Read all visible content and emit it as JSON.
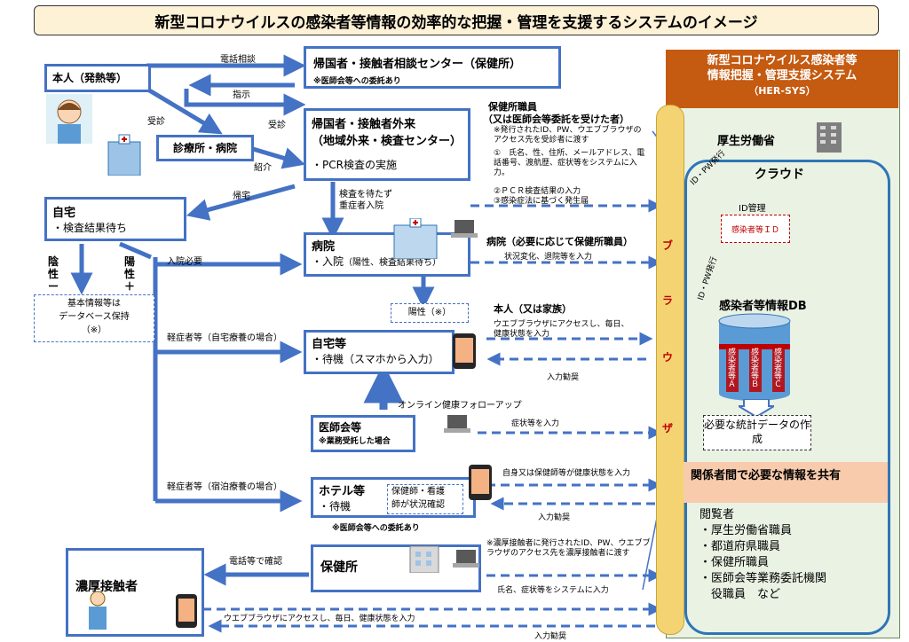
{
  "title": "新型コロナウイルスの感染者等情報の効率的な把握・管理を支援するシステムのイメージ",
  "patient": {
    "label": "本人（発熱等）"
  },
  "flow_labels": {
    "phone": "電話相談",
    "instruct": "指示",
    "visit1": "受診",
    "visit2": "受診",
    "referral": "紹介",
    "return_home": "帰宅",
    "wait_admission": "検査を待たず\n重症者入院",
    "admission_needed": "入院必要",
    "mild_home": "軽症者等（自宅療養の場合）",
    "mild_hotel": "軽症者等（宿泊療養の場合）",
    "phone_confirm": "電話等で確認",
    "online_followup": "オンライン健康フォローアップ",
    "positive_note": "陽性（※）",
    "negative": "陰性ー",
    "positive": "陽性＋"
  },
  "consult_center": {
    "title": "帰国者・接触者相談センター（保健所）",
    "note": "※医師会等への委託あり"
  },
  "outpatient": {
    "title": "帰国者・接触者外来",
    "subtitle": "（地域外来・検査センター）",
    "item": "・PCR検査の実施"
  },
  "clinic": {
    "label": "診療所・病院"
  },
  "home": {
    "title": "自宅",
    "item": "・検査結果待ち"
  },
  "db_note": {
    "line1": "基本情報等は",
    "line2": "データベース保持",
    "line3": "（※）"
  },
  "hospital": {
    "title": "病院",
    "item": "・入院",
    "item_note": "（陽性、検査結果待ち）"
  },
  "home_etc": {
    "title": "自宅等",
    "item": "・待機（スマホから入力）"
  },
  "medical_assoc": {
    "title": "医師会等",
    "note": "※業務受託した場合"
  },
  "hotel": {
    "title": "ホテル等",
    "item": "・待機",
    "inner1": "保健師・看護",
    "inner2": "師が状況確認",
    "note": "※医師会等への委託あり"
  },
  "health_center": {
    "title": "保健所"
  },
  "close_contact": {
    "title": "濃厚接触者"
  },
  "hc_staff": {
    "heading1": "保健所職員",
    "heading2": "（又は医師会等委託を受けた者）",
    "note": "※発行されたID、PW、ウエブブラウザの　アクセス先を受診者に渡す",
    "step1": "①　氏名、性、住所、メールアドレス、電話番号、渡航歴、症状等をシステムに入力。",
    "step2": "②ＰＣＲ検査結果の入力",
    "step3": "③感染症法に基づく発生届"
  },
  "hospital_input": {
    "heading": "病院（必要に応じて保健所職員）",
    "text": "状況変化、退院等を入力"
  },
  "self_input": {
    "heading": "本人（又は家族）",
    "text1": "ウエブブラウザにアクセスし、毎日、",
    "text2": "健康状態を入力",
    "prompt": "入力勧奨"
  },
  "assoc_input": {
    "text": "症状等を入力"
  },
  "hotel_input": {
    "text": "自身又は保健師等が健康状態を入力",
    "prompt": "入力勧奨"
  },
  "contact_hc": {
    "note": "※濃厚接触者に発行されたID、PW、ウエブブラウザのアクセス先を濃厚接触者に渡す",
    "text": "氏名、症状等をシステムに入力"
  },
  "contact_input": {
    "text": "ウエブブラウザにアクセスし、毎日、健康状態を入力",
    "prompt": "入力勧奨"
  },
  "browser_chars": [
    "ブ",
    "ラ",
    "ウ",
    "ザ"
  ],
  "hersys": {
    "title1": "新型コロナウイルス感染者等",
    "title2": "情報把握・管理支援システム",
    "abbr": "（HER-SYS）",
    "ministry": "厚生労働省",
    "cloud": "クラウド",
    "id_mgmt": "ID管理",
    "patient_id": "感染者等ＩＤ",
    "db_title": "感染者等情報DB",
    "cylinder_labels": [
      "感染者等Ａ",
      "感染者等Ｂ",
      "感染者等Ｃ"
    ],
    "stats": "必要な統計データの作成",
    "issue1": "ID・PW発行",
    "issue2": "ID・PW発行",
    "share_title": "関係者間で必要な情報を共有",
    "viewers_heading": "閲覧者",
    "viewers": [
      "・厚生労働省職員",
      "・都道府県職員",
      "・保健所職員",
      "・医師会等業務委託機関",
      "　役職員　など"
    ]
  },
  "colors": {
    "accent": "#4472c4",
    "orange": "#c55a11",
    "panel": "#eaf2e4",
    "share": "#f8cbad",
    "browser": "#f4d472",
    "db_red": "#c00000"
  }
}
